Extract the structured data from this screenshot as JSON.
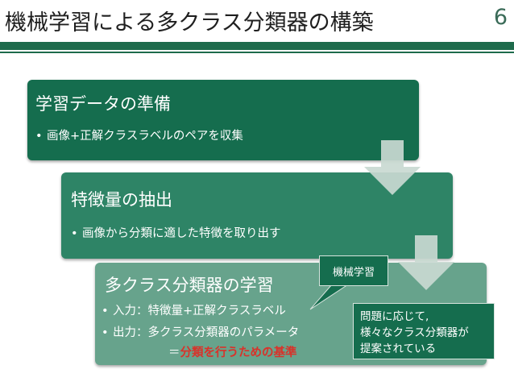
{
  "slide": {
    "title": "機械学習による多クラス分類器の構築",
    "page_number": "6"
  },
  "steps": [
    {
      "heading": "学習データの準備",
      "bullets": [
        "画像+正解クラスラベルのペアを収集"
      ]
    },
    {
      "heading": "特徴量の抽出",
      "bullets": [
        "画像から分類に適した特徴を取り出す"
      ]
    },
    {
      "heading": "多クラス分類器の学習",
      "bullets": [
        "入力：特徴量+正解クラスラベル",
        "出力：多クラス分類器のパラメータ"
      ],
      "continuation_prefix": "＝",
      "continuation_emphasis": "分類を行うための基準"
    }
  ],
  "bullet_symbol": "•",
  "callouts": {
    "machine_learning": "機械学習",
    "note_lines": [
      "問題に応じて,",
      "様々なクラス分類器が",
      "提案されている"
    ]
  },
  "colors": {
    "accent": "#1e6b4c",
    "step1": "#156d4e",
    "step2": "#2e8466",
    "step3": "#67a38c",
    "emphasis": "#d9322a",
    "arrow": "#c9d9d1"
  },
  "icons": [
    "down-arrow-icon",
    "down-arrow-icon"
  ]
}
